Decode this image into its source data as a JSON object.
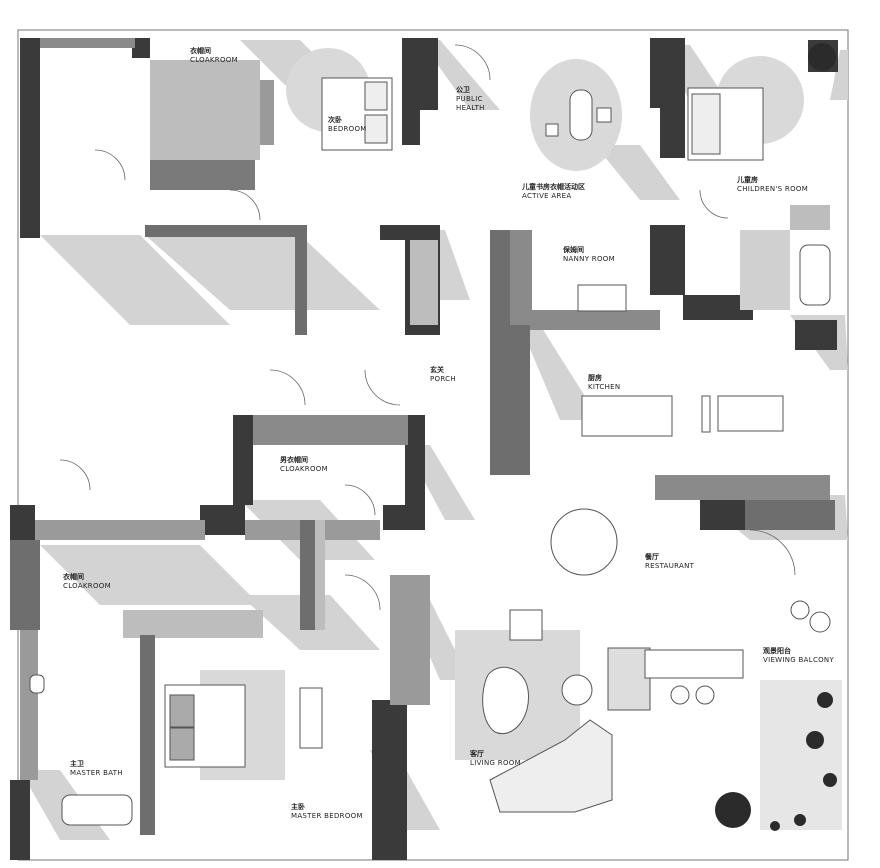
{
  "rooms": {
    "cloakroom_top": {
      "cn": "衣帽间",
      "en": "CLOAKROOM"
    },
    "bedroom": {
      "cn": "次卧",
      "en": "BEDROOM"
    },
    "public_health": {
      "cn": "公卫",
      "en_1": "PUBLIC",
      "en_2": "HEALTH"
    },
    "active_area": {
      "cn": "儿童书房衣帽活动区",
      "en": "ACTIVE  AREA"
    },
    "childrens_room": {
      "cn": "儿童房",
      "en": "CHILDREN'S ROOM"
    },
    "nanny_room": {
      "cn": "保姆间",
      "en": "NANNY ROOM"
    },
    "porch": {
      "cn": "玄关",
      "en": "PORCH"
    },
    "kitchen": {
      "cn": "厨房",
      "en": "KITCHEN"
    },
    "mens_cloakroom": {
      "cn": "男衣帽间",
      "en": "CLOAKROOM"
    },
    "cloakroom_left": {
      "cn": "衣帽间",
      "en": "CLOAKROOM"
    },
    "restaurant": {
      "cn": "餐厅",
      "en": "RESTAURANT"
    },
    "viewing_balcony": {
      "cn": "观景阳台",
      "en": "VIEWING BALCONY"
    },
    "master_bath": {
      "cn": "主卫",
      "en": "MASTER BATH"
    },
    "living_room": {
      "cn": "客厅",
      "en": "LIVING ROOM"
    },
    "master_bedroom": {
      "cn": "主卧",
      "en": "MASTER BEDROOM"
    }
  },
  "colors": {
    "wall_dark": "#3a3a3a",
    "wall_mid": "#6e6e6e",
    "shadow": "#d0d0d0",
    "cabinet": "#a9a9a9",
    "rug": "#d8d8d8",
    "line": "#555555"
  }
}
